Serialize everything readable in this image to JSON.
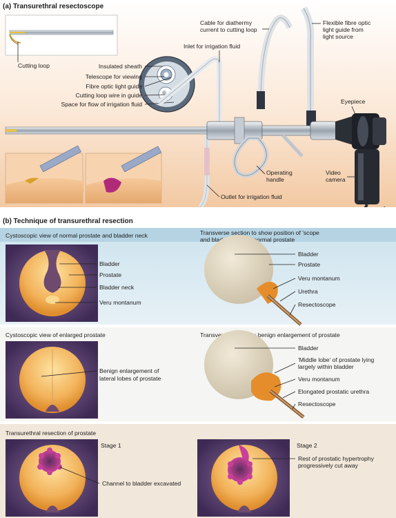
{
  "section_a": {
    "title": "(a) Transurethral resectoscope",
    "labels": {
      "cutting_loop": "Cutting loop",
      "insulated_sheath": "Insulated sheath",
      "telescope": "Telescope for viewing",
      "fibre_optic": "Fibre optic light guide",
      "loop_wire": "Cutting loop wire in guide",
      "irrigation_space": "Space for flow of irrigation fluid",
      "cable_l1": "Cable for diathermy",
      "cable_l2": "current to cutting loop",
      "inlet": "Inlet for irrigation fluid",
      "guide_l1": "Flexible fibre optic",
      "guide_l2": "light guide from",
      "guide_l3": "light source",
      "eyepiece": "Eyepiece",
      "handle_l1": "Operating",
      "handle_l2": "handle",
      "camera_l1": "Video",
      "camera_l2": "camera",
      "outlet": "Outlet for irrigation fluid"
    }
  },
  "section_b": {
    "title": "(b) Technique of transurethral resection",
    "row1": {
      "left_title": "Cystoscopic view of normal prostate and bladder neck",
      "left_labels": [
        "Bladder",
        "Prostate",
        "Bladder neck",
        "Veru montanum"
      ],
      "right_title_l1": "Transverse section to show position of 'scope",
      "right_title_l2": "and bladder neck in normal prostate",
      "right_labels": [
        "Bladder",
        "Prostate",
        "Veru montanum",
        "Urethra",
        "Resectoscope"
      ]
    },
    "row2": {
      "left_title": "Cystoscopic view of enlarged prostate",
      "left_label_l1": "Benign enlargement of",
      "left_label_l2": "lateral lobes of prostate",
      "right_title": "Transverse section in benign enlargement of prostate",
      "right_labels": {
        "bladder": "Bladder",
        "middle_l1": "'Middle lobe' of prostate lying",
        "middle_l2": "largely within bladder",
        "veru": "Veru montanum",
        "urethra": "Elongated prostatic urethra",
        "scope": "Resectoscope"
      }
    },
    "row3": {
      "title": "Transurethral resection of prostate",
      "stage1": "Stage 1",
      "stage1_label": "Channel to bladder excavated",
      "stage2": "Stage 2",
      "stage2_l1": "Rest of prostatic hypertrophy",
      "stage2_l2": "progressively cut away"
    }
  }
}
